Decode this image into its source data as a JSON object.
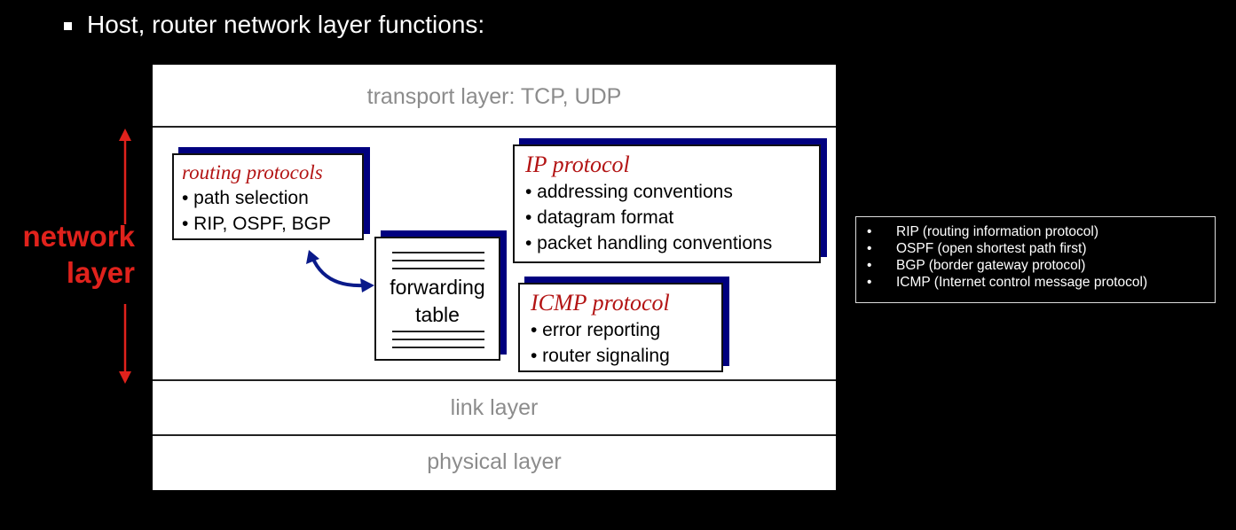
{
  "heading": {
    "text": "Host, router network layer functions:"
  },
  "layers": {
    "transport": "transport layer: TCP, UDP",
    "link": "link layer",
    "physical": "physical layer"
  },
  "network_label": {
    "line1": "network",
    "line2": "layer"
  },
  "routing_box": {
    "title": "routing protocols",
    "items": [
      "• path selection",
      "• RIP, OSPF, BGP"
    ]
  },
  "forwarding_box": {
    "line1": "forwarding",
    "line2": "table"
  },
  "ip_box": {
    "title": "IP protocol",
    "items": [
      "• addressing conventions",
      "• datagram format",
      "• packet handling conventions"
    ]
  },
  "icmp_box": {
    "title": "ICMP protocol",
    "items": [
      "• error reporting",
      "• router signaling"
    ]
  },
  "legend": {
    "bullet": "•",
    "items": [
      "RIP (routing information protocol)",
      "OSPF (open shortest path first)",
      "BGP (border gateway protocol)",
      "ICMP (Internet control message protocol)"
    ]
  },
  "colors": {
    "accent_red": "#e0221c",
    "title_red": "#b31414",
    "shadow_blue": "#00007f",
    "arrow_blue": "#0a1a8a"
  }
}
